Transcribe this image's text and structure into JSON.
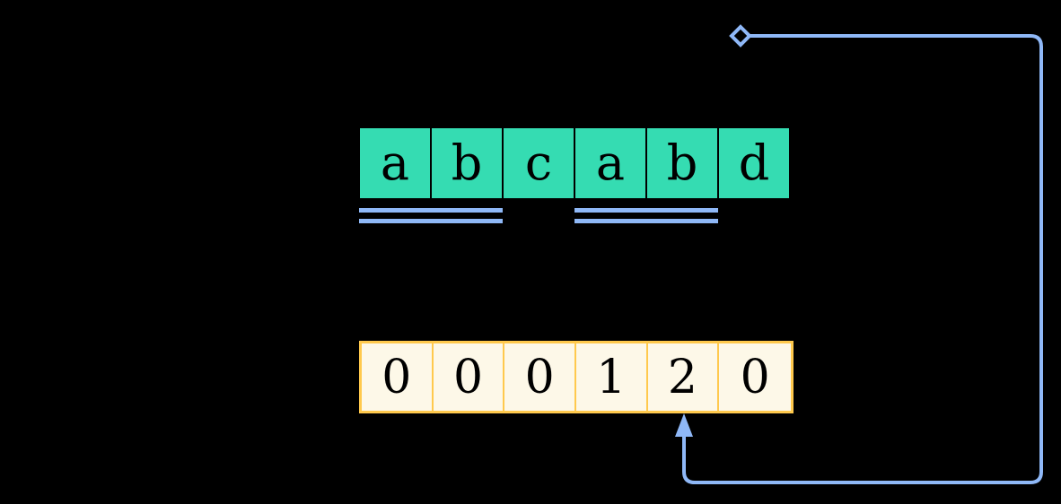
{
  "diagram": {
    "title": "LPS prefix-function array with matched-prefix pointer",
    "background_color": "#000000",
    "string_array": {
      "label": "pattern-string-array",
      "fill_color": "#35DCB2",
      "text_color": "#000000",
      "cells": [
        {
          "index": 0,
          "value": "a"
        },
        {
          "index": 1,
          "value": "b"
        },
        {
          "index": 2,
          "value": "c"
        },
        {
          "index": 3,
          "value": "a"
        },
        {
          "index": 4,
          "value": "b"
        },
        {
          "index": 5,
          "value": "d"
        }
      ]
    },
    "lps_array": {
      "label": "lps-value-array",
      "fill_color": "#FDF8E8",
      "border_color": "#FFC94D",
      "text_color": "#000000",
      "cells": [
        {
          "index": 0,
          "value": "0"
        },
        {
          "index": 1,
          "value": "0"
        },
        {
          "index": 2,
          "value": "0"
        },
        {
          "index": 3,
          "value": "1"
        },
        {
          "index": 4,
          "value": "2"
        },
        {
          "index": 5,
          "value": "0"
        }
      ]
    },
    "underline_marks": {
      "color": "#8FB8F7",
      "style": "double-bar",
      "items": [
        {
          "name": "prefix-match-underline",
          "spans_cells": "0-1",
          "spans_text": "ab"
        },
        {
          "name": "suffix-match-underline",
          "spans_cells": "3-4",
          "spans_text": "ab"
        }
      ]
    },
    "connector": {
      "color": "#8FB8F7",
      "start_marker": "open-diamond",
      "end_marker": "arrowhead",
      "points_to_cell_index": 4,
      "points_to_value": "2",
      "stroke_width": 4
    }
  }
}
